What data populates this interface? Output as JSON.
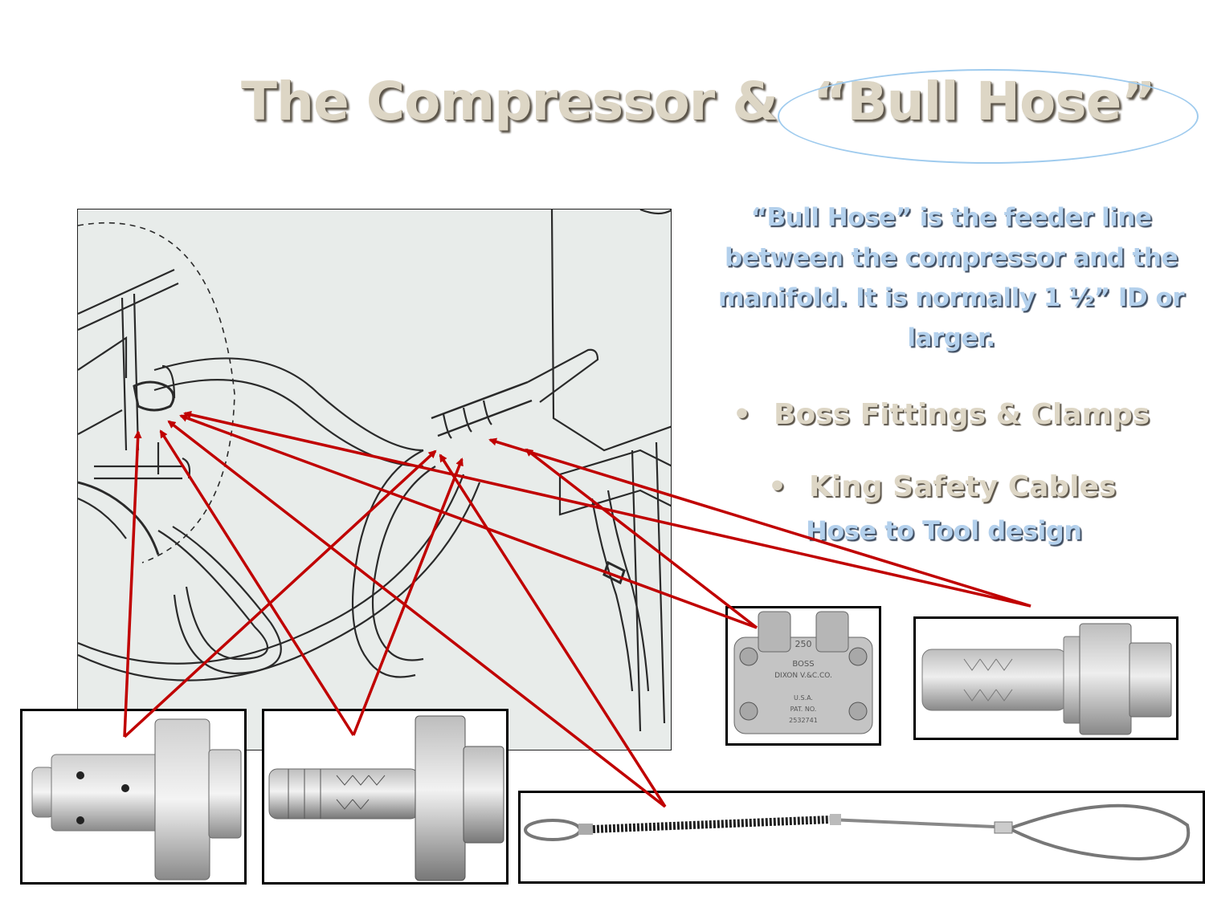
{
  "slide": {
    "title_part1": "The Compressor &",
    "title_part2": "“Bull Hose”",
    "description": "“Bull Hose” is the feeder line between the compressor and the manifold.  It is normally 1 ½” ID or larger.",
    "bullets": [
      {
        "symbol": "•",
        "text": "Boss Fittings & Clamps"
      },
      {
        "symbol": "•",
        "text": "King Safety Cables"
      }
    ],
    "sub_bullet": "Hose to Tool design"
  },
  "images": {
    "drawing": "compressor-line-drawing",
    "photo_1": "crow-foot-coupling-photo",
    "photo_2": "hose-stem-fitting-photo",
    "photo_3": "boss-clamp-photo",
    "photo_4": "male-threaded-hose-fitting-photo",
    "photo_5": "king-safety-cable-photo",
    "clamp_marking": "250",
    "clamp_stamp_1": "BOSS",
    "clamp_stamp_2": "DIXON V.&C.CO.",
    "clamp_stamp_3": "U.S.A.",
    "clamp_stamp_4": "PAT. NO.",
    "clamp_stamp_5": "2532741"
  },
  "colors": {
    "title_fill": "#ddd6c5",
    "description_fill": "#b3d0ec",
    "oval": "#9fcbee",
    "arrow": "#c00000"
  }
}
